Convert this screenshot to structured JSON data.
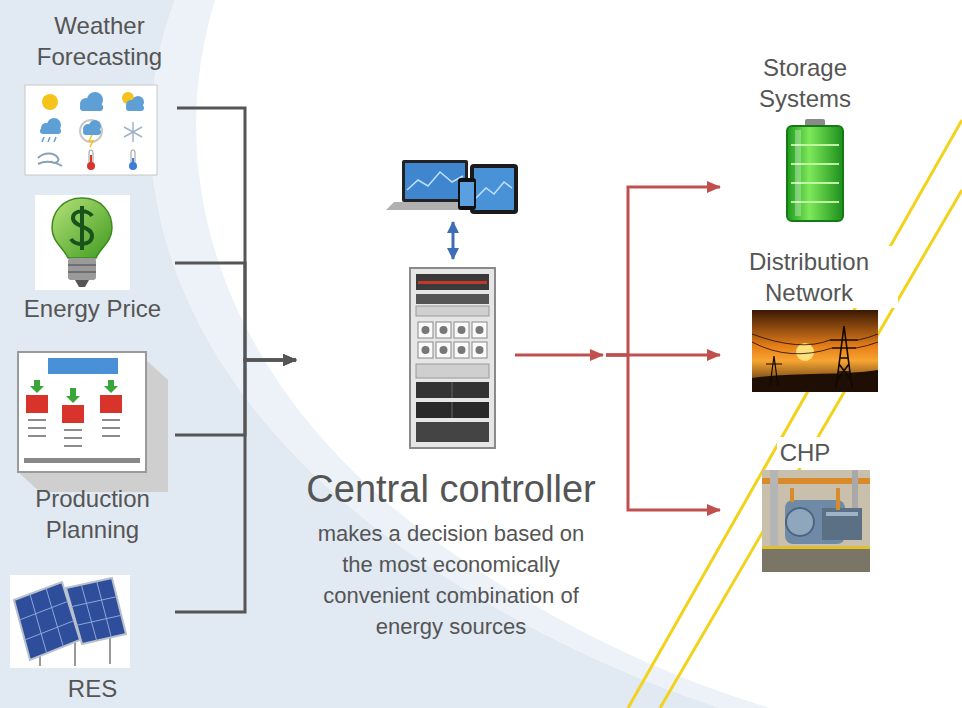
{
  "diagram": {
    "nodes": [
      {
        "text": [
          "Weather Forecasting"
        ]
      },
      {
        "text": [
          "Energy Price"
        ]
      },
      {
        "text": [
          "Production Planning"
        ]
      },
      {
        "text": [
          "RES"
        ]
      },
      {
        "text": [
          "Central controller",
          "makes a decision based on the most economically convenient combination of energy sources"
        ]
      },
      {
        "text": [
          "Storage Systems"
        ]
      },
      {
        "text": [
          "Distribution Network"
        ]
      },
      {
        "text": [
          "CHP"
        ]
      }
    ],
    "edges": [
      {
        "from": 0,
        "to": 4,
        "arrow": "to"
      },
      {
        "from": 1,
        "to": 4,
        "arrow": "to"
      },
      {
        "from": 2,
        "to": 4,
        "arrow": "to"
      },
      {
        "from": 3,
        "to": 4,
        "arrow": "to"
      },
      {
        "from": 4,
        "to": 5,
        "arrow": "to"
      },
      {
        "from": 4,
        "to": 6,
        "arrow": "to"
      },
      {
        "from": 4,
        "to": 7,
        "arrow": "to"
      }
    ]
  }
}
